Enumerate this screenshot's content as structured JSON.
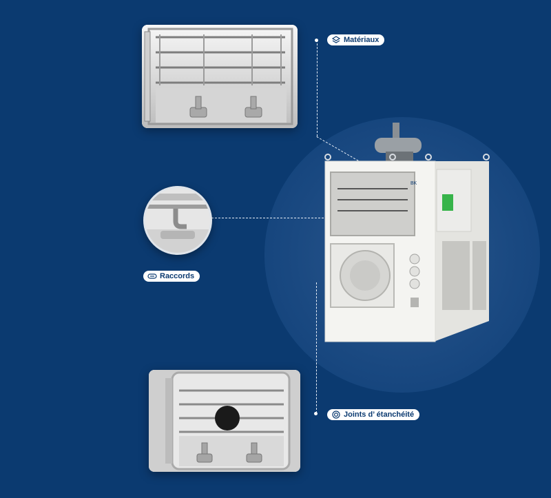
{
  "labels": {
    "materials": "Matériaux",
    "fittings": "Raccords",
    "seals": "Joints d’ étanchéité"
  },
  "icons": {
    "materials": "layers-icon",
    "fittings": "link-icon",
    "seals": "ring-icon"
  },
  "colors": {
    "background": "#0b3a70",
    "label_bg": "#ffffff",
    "label_text": "#0b3a70",
    "machine_body": "#f4f4f1",
    "indicator": "#37b44a"
  },
  "machine": {
    "brand_mark": "BK"
  }
}
